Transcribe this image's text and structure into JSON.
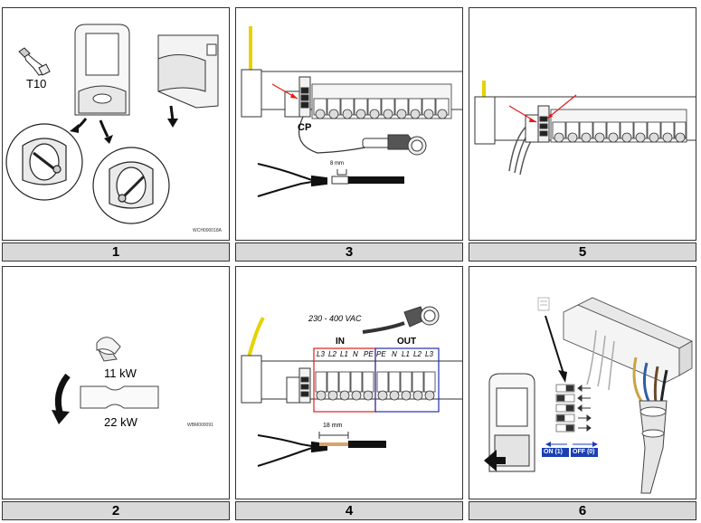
{
  "panels": [
    {
      "number": "1",
      "tool_label": "T10",
      "code": "WCH000018A"
    },
    {
      "number": "2",
      "power_top": "11 kW",
      "power_bottom": "22 kW",
      "code": "WBM000091"
    },
    {
      "number": "3",
      "cp_label": "CP",
      "strip_length": "8 mm"
    },
    {
      "number": "4",
      "voltage": "230 - 400 VAC",
      "in_label": "IN",
      "out_label": "OUT",
      "in_terminals": [
        "L3",
        "L2",
        "L1",
        "N",
        "PE"
      ],
      "out_terminals": [
        "PE",
        "N",
        "L1",
        "L2",
        "L3"
      ],
      "strip_length": "18 mm"
    },
    {
      "number": "5"
    },
    {
      "number": "6",
      "on_label": "ON (1)",
      "off_label": "OFF (0)"
    }
  ],
  "colors": {
    "cable_yellow": "#e6d200",
    "red_arrow": "#e31b1b",
    "in_box": "#e02020",
    "out_box": "#2233aa",
    "switch_blue": "#1a3fb5",
    "label_bar": "#d9d9d9"
  }
}
